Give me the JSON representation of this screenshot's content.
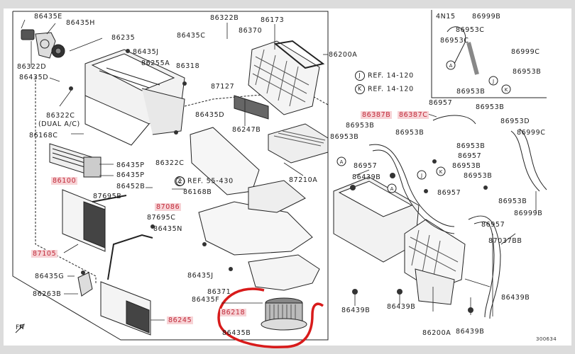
{
  "diagram": {
    "title": "Heater / A-C Unit & Blower Parts Diagram",
    "variant_box_label": "4N15",
    "front_label": "FR",
    "figure_code": "300634",
    "references": [
      {
        "circle": "J",
        "text": "REF. 14-120"
      },
      {
        "circle": "K",
        "text": "REF. 14-120"
      },
      {
        "circle": "Z",
        "text": "REF. 55-430"
      }
    ],
    "connector_markers": [
      "A",
      "A",
      "A",
      "J",
      "K",
      "J",
      "K",
      "A"
    ],
    "highlight_color": "#f7d3d6",
    "annotation_color": "#d81b1b",
    "circled_part": "86218",
    "labels": {
      "p86435E": "86435E",
      "p86435H": "86435H",
      "p86235": "86235",
      "p86322D": "86322D",
      "p86435D_a": "86435D",
      "p86322C_a": "86322C",
      "dual_ac": "(DUAL A/C)",
      "p86168C": "86168C",
      "p86100": "86100",
      "p86435P_a": "86435P",
      "p86435P_b": "86435P",
      "p87695B": "87695B",
      "p86452B": "86452B",
      "p87086": "87086",
      "p87695C": "87695C",
      "p86435N": "86435N",
      "p87105": "87105",
      "p86435G": "86435G",
      "p86263B": "86263B",
      "p86245": "86245",
      "p86435J_a": "86435J",
      "p86255A": "86255A",
      "p86318": "86318",
      "p86322B": "86322B",
      "p86435C": "86435C",
      "p86370": "86370",
      "p86173": "86173",
      "p86200A_a": "86200A",
      "p87127": "87127",
      "p86435D_b": "86435D",
      "p86247B": "86247B",
      "p86322C_b": "86322C",
      "p86168B": "86168B",
      "p86435J_b": "86435J",
      "p86435F": "86435F",
      "p86371": "86371",
      "p86218": "86218",
      "p86435B": "86435B",
      "p87210A": "87210A",
      "p86953B_1": "86953B",
      "p86953B_2": "86953B",
      "p86387B": "86387B",
      "p86387C": "86387C",
      "p86957_1": "86957",
      "p86439B_1": "86439B",
      "p86953B_3": "86953B",
      "p86953B_4": "86953B",
      "p86957_2": "86957",
      "p86953B_5": "86953B",
      "p86953B_6": "86953B",
      "p86953D": "86953D",
      "p86999C_a": "86999C",
      "p86953B_7": "86953B",
      "p86957_3": "86957",
      "p86953B_8": "86953B",
      "p86957_4": "86957",
      "p86953B_9": "86953B",
      "p86999B_a": "86999B",
      "p86957_5": "86957",
      "p87037BB": "87037BB",
      "p86439B_2": "86439B",
      "p86439B_3": "86439B",
      "p86439B_4": "86439B",
      "p86200A_b": "86200A",
      "p86439B_5": "86439B",
      "box_86999B": "86999B",
      "box_86953C_a": "86953C",
      "box_86953C_b": "86953C",
      "box_86999C": "86999C",
      "box_86953B_a": "86953B",
      "box_86953B_b": "86953B"
    }
  }
}
